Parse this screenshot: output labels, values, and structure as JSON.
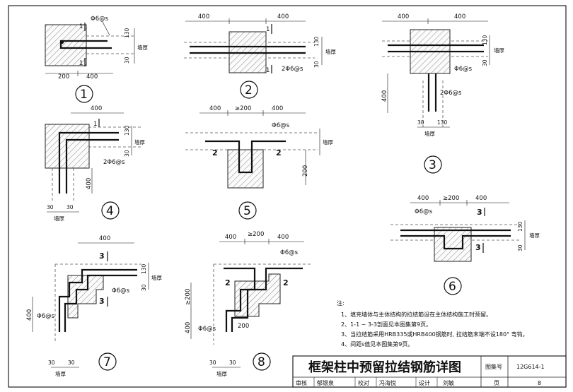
{
  "page": {
    "background": "#ffffff",
    "ink": "#111111"
  },
  "labels": {
    "d400": "400",
    "d200": "200",
    "dge200": "≥200",
    "d30": "30",
    "d130": "130",
    "wall": "墙厚",
    "bar6": "Φ6@s",
    "bar26": "2Φ6@s",
    "sec1": "1",
    "sec2": "2",
    "sec3": "3"
  },
  "details": [
    "1",
    "2",
    "3",
    "4",
    "5",
    "6",
    "7",
    "8"
  ],
  "notes": {
    "title": "注:",
    "items": [
      "1、填充墙体与主体结构的拉结筋设在主体结构施工时预留。",
      "2、1-1 ~ 3-3剖面见本图集第9页。",
      "3、当拉结筋采用HRB335或HRB400钢筋时, 拉结筋末端不设180° 弯钩。",
      "4、间距s值见本图集第9页。"
    ]
  },
  "title_block": {
    "title": "框架柱中预留拉结钢筋详图",
    "atlas_label": "图集号",
    "atlas_no": "12G614-1",
    "review_label": "审核",
    "reviewer": "郁银泉",
    "check_label": "校对",
    "checker": "冯海悦",
    "design_label": "设计",
    "designer": "刘敏",
    "page_label": "页",
    "page_no": "8"
  }
}
